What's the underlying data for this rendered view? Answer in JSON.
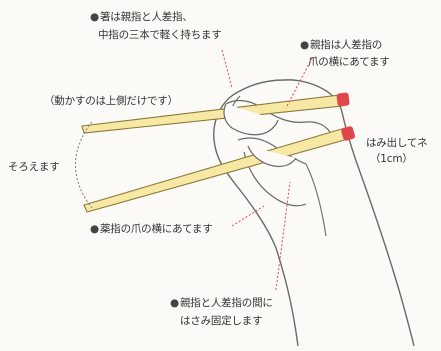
{
  "labels": {
    "top_left_line1": "箸は親指と人差指、",
    "top_left_line2": "中指の三本で軽く持ちます",
    "top_right_line1": "親指は人差指の",
    "top_right_line2": "爪の横にあてます",
    "upper_only": "（動かすのは上側だけです）",
    "align": "そろえます",
    "protrude_line1": "はみ出してネ",
    "protrude_line2": "（1cm）",
    "ring_finger": "薬指の爪の横にあてます",
    "bottom_line1": "親指と人差指の間に",
    "bottom_line2": "はさみ固定します"
  },
  "bullet": "●",
  "colors": {
    "chopstick_fill": "#f7e9a4",
    "chopstick_stroke": "#8a7a3a",
    "chopstick_tip": "#e0474c",
    "hand_stroke": "#6a6a6a",
    "hand_fill": "#fbfaf6",
    "leader_red": "#e0474c",
    "leader_gray": "#7a7a7a"
  }
}
